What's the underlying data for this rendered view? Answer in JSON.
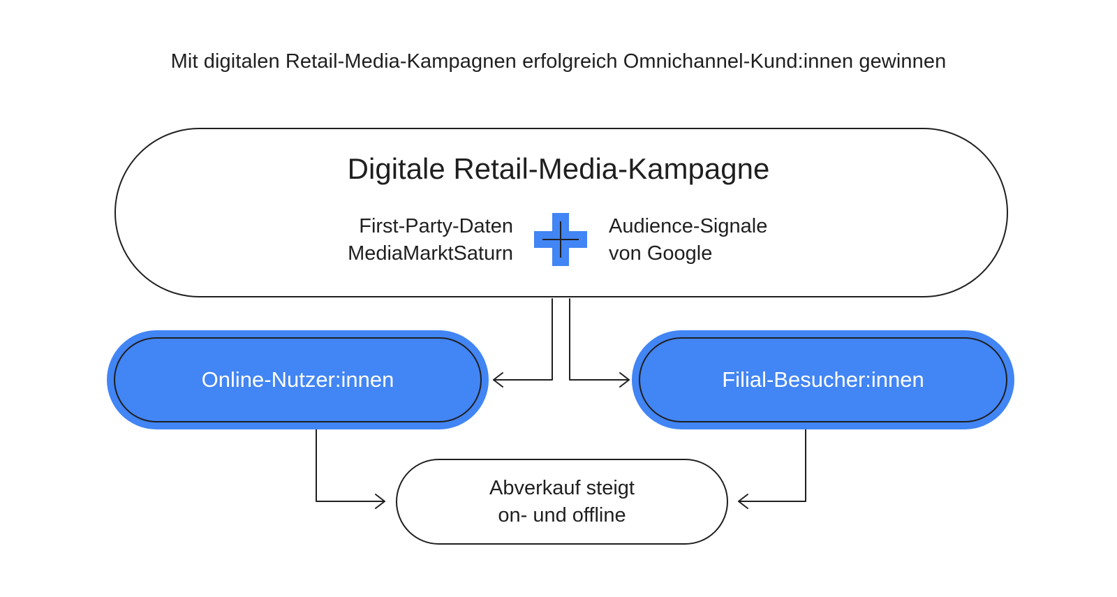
{
  "title": "Mit digitalen Retail-Media-Kampagnen erfolgreich Omnichannel-Kund:innen gewinnen",
  "campaign": {
    "title": "Digitale Retail-Media-Kampagne",
    "left_lines": [
      "First-Party-Daten",
      "MediaMarktSaturn"
    ],
    "right_lines": [
      "Audience-Signale",
      "von Google"
    ],
    "combine_icon": "plus-icon"
  },
  "audiences": {
    "online": "Online-Nutzer:innen",
    "store": "Filial-Besucher:innen"
  },
  "result": {
    "lines": [
      "Abverkauf steigt",
      "on- und offline"
    ]
  },
  "colors": {
    "accent": "#4285f4",
    "stroke": "#1f1f1f",
    "text_on_accent": "#ffffff"
  }
}
